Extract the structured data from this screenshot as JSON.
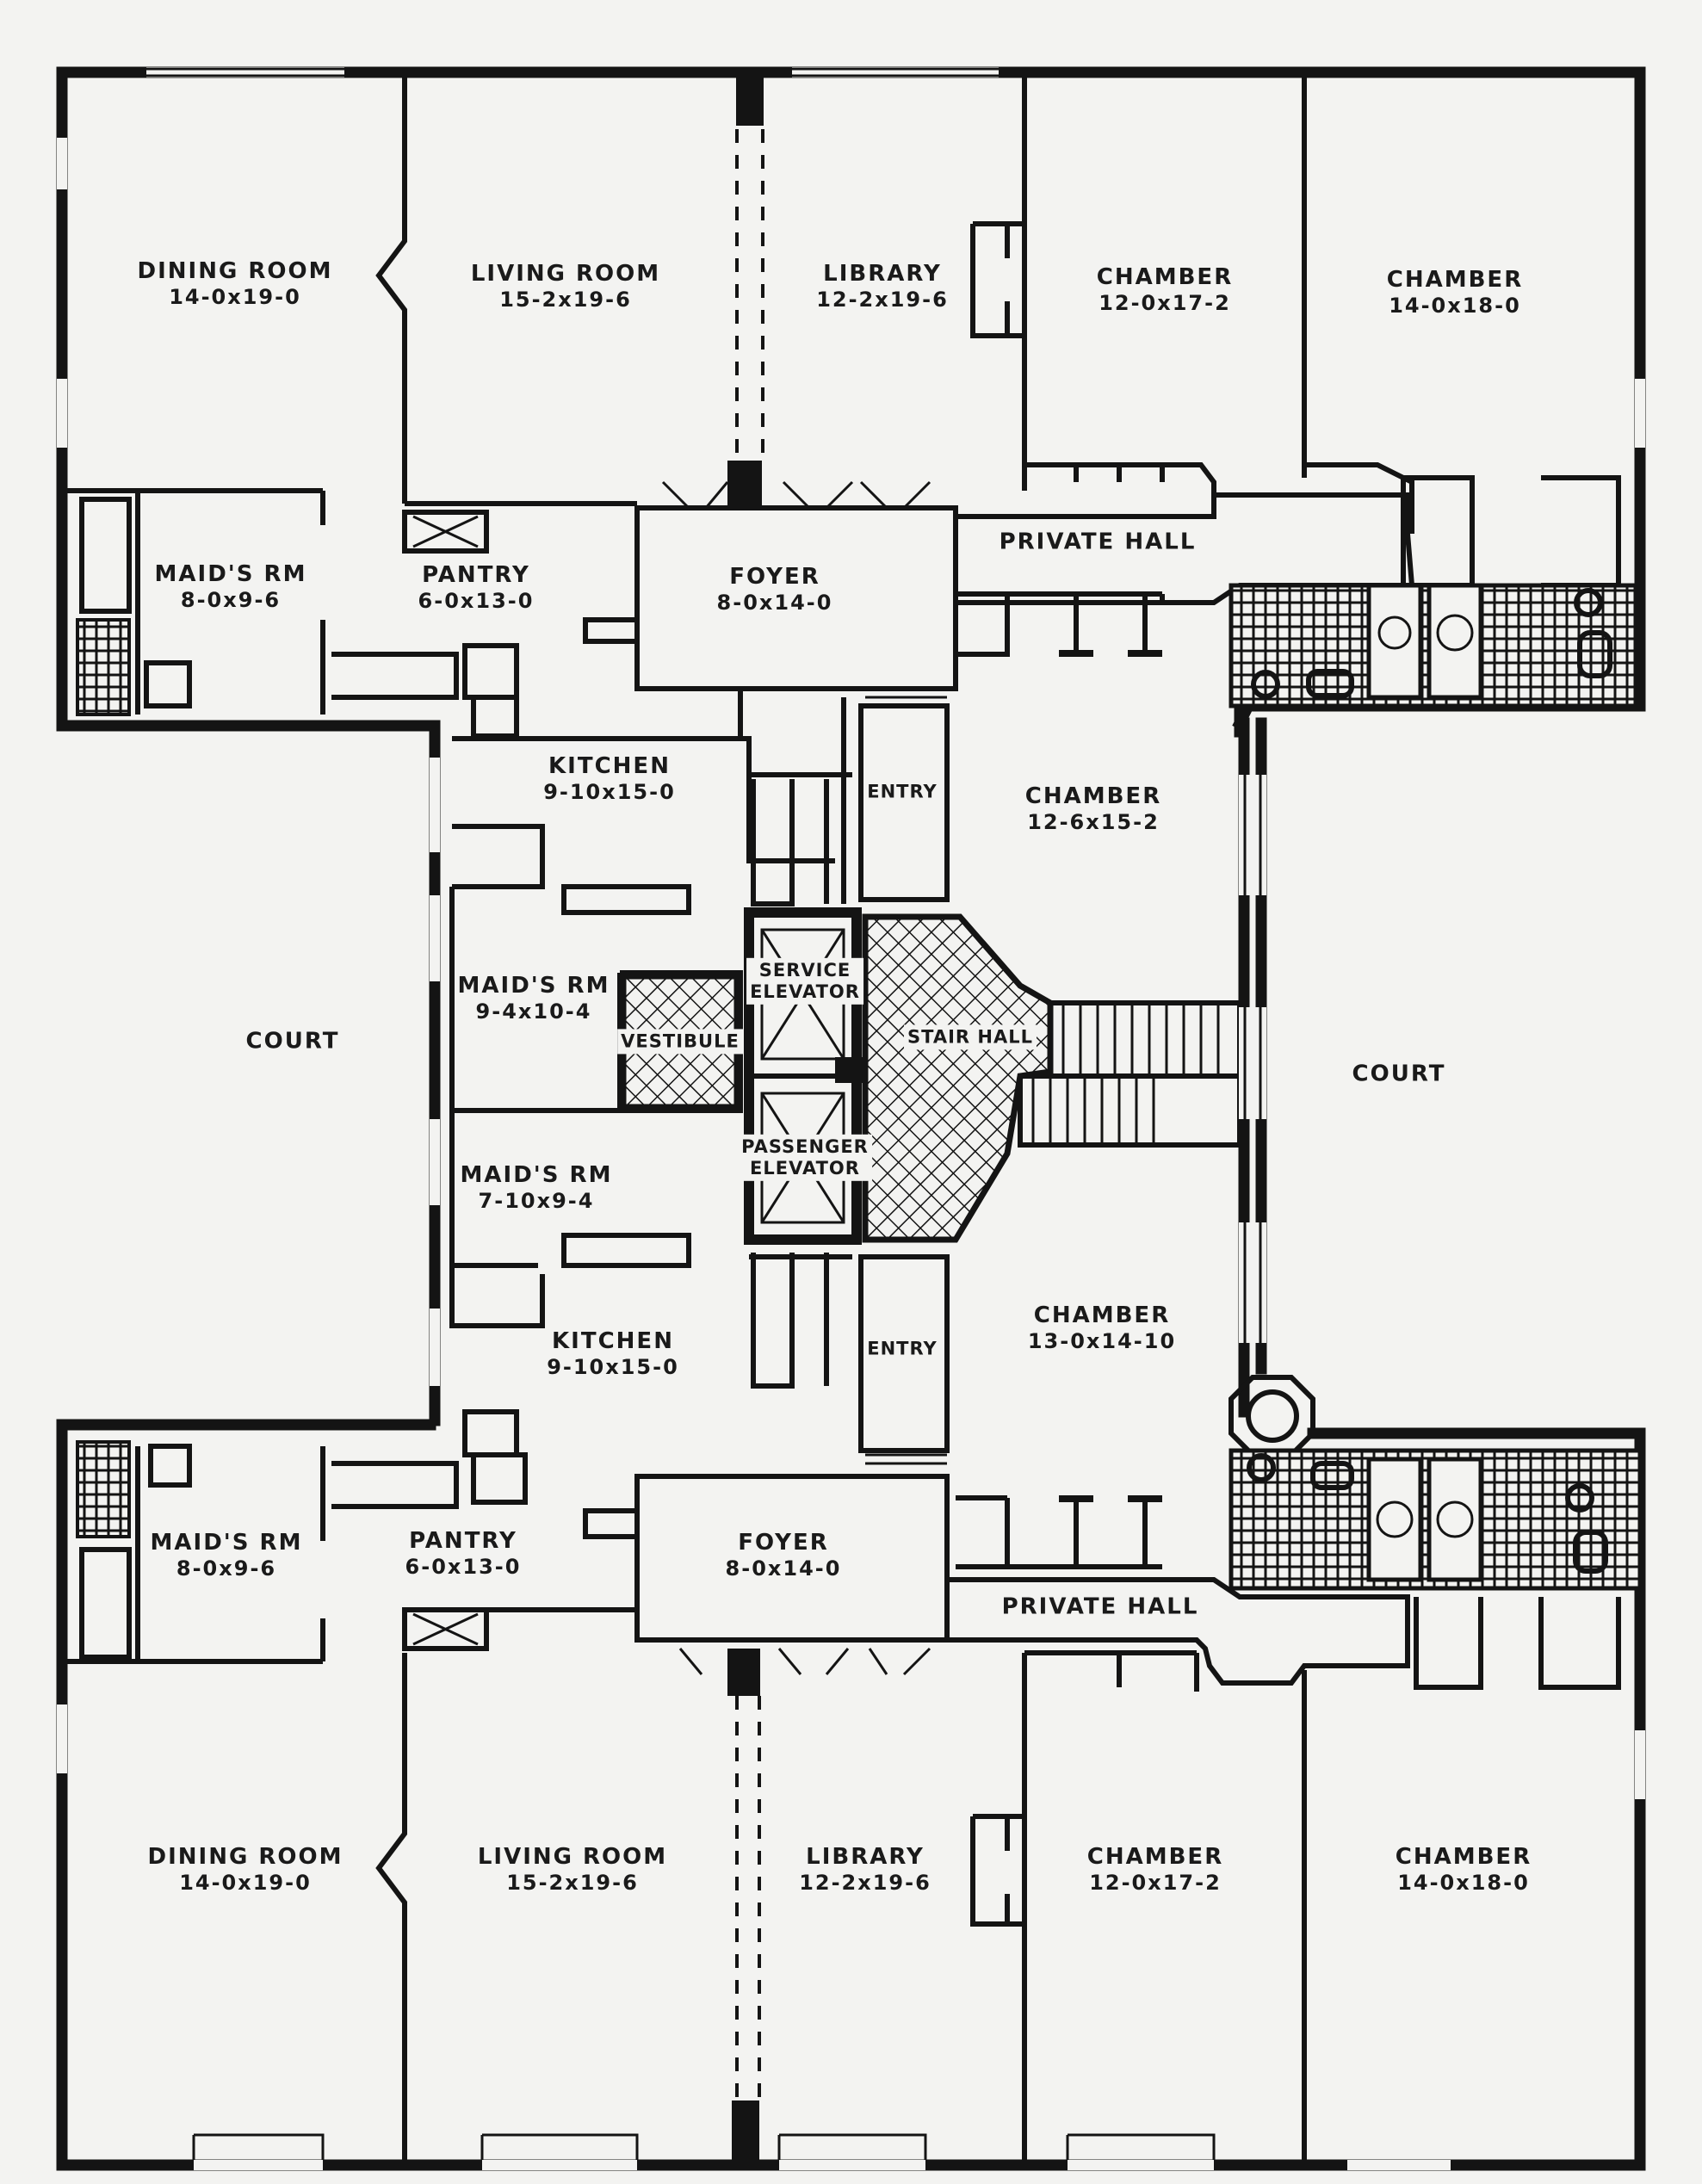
{
  "rooms": {
    "dining_top": {
      "name": "DINING ROOM",
      "dims": "14-0x19-0"
    },
    "living_top": {
      "name": "LIVING ROOM",
      "dims": "15-2x19-6"
    },
    "library_top": {
      "name": "LIBRARY",
      "dims": "12-2x19-6"
    },
    "chamber_top_a": {
      "name": "CHAMBER",
      "dims": "12-0x17-2"
    },
    "chamber_top_b": {
      "name": "CHAMBER",
      "dims": "14-0x18-0"
    },
    "maids_top": {
      "name": "MAID'S RM",
      "dims": "8-0x9-6"
    },
    "pantry_top": {
      "name": "PANTRY",
      "dims": "6-0x13-0"
    },
    "foyer_top": {
      "name": "FOYER",
      "dims": "8-0x14-0"
    },
    "private_hall_top": {
      "name": "PRIVATE HALL"
    },
    "kitchen_top": {
      "name": "KITCHEN",
      "dims": "9-10x15-0"
    },
    "entry_top": {
      "name": "ENTRY"
    },
    "chamber_mid_top": {
      "name": "CHAMBER",
      "dims": "12-6x15-2"
    },
    "maids_mid_a": {
      "name": "MAID'S RM",
      "dims": "9-4x10-4"
    },
    "vestibule": {
      "name": "VESTIBULE"
    },
    "service_elevator": {
      "name": "SERVICE",
      "name2": "ELEVATOR"
    },
    "stair_hall": {
      "name": "STAIR HALL"
    },
    "passenger_elevator": {
      "name": "PASSENGER",
      "name2": "ELEVATOR"
    },
    "court_left": {
      "name": "COURT"
    },
    "court_right": {
      "name": "COURT"
    },
    "maids_mid_b": {
      "name": "MAID'S RM",
      "dims": "7-10x9-4"
    },
    "kitchen_bottom": {
      "name": "KITCHEN",
      "dims": "9-10x15-0"
    },
    "entry_bottom": {
      "name": "ENTRY"
    },
    "chamber_mid_bottom": {
      "name": "CHAMBER",
      "dims": "13-0x14-10"
    },
    "maids_bottom": {
      "name": "MAID'S RM",
      "dims": "8-0x9-6"
    },
    "pantry_bottom": {
      "name": "PANTRY",
      "dims": "6-0x13-0"
    },
    "foyer_bottom": {
      "name": "FOYER",
      "dims": "8-0x14-0"
    },
    "private_hall_bottom": {
      "name": "PRIVATE HALL"
    },
    "dining_bottom": {
      "name": "DINING ROOM",
      "dims": "14-0x19-0"
    },
    "living_bottom": {
      "name": "LIVING ROOM",
      "dims": "15-2x19-6"
    },
    "library_bottom": {
      "name": "LIBRARY",
      "dims": "12-2x19-6"
    },
    "chamber_bottom_a": {
      "name": "CHAMBER",
      "dims": "12-0x17-2"
    },
    "chamber_bottom_b": {
      "name": "CHAMBER",
      "dims": "14-0x18-0"
    }
  },
  "palette": {
    "ink": "#141414",
    "paper": "#f3f3f1"
  }
}
